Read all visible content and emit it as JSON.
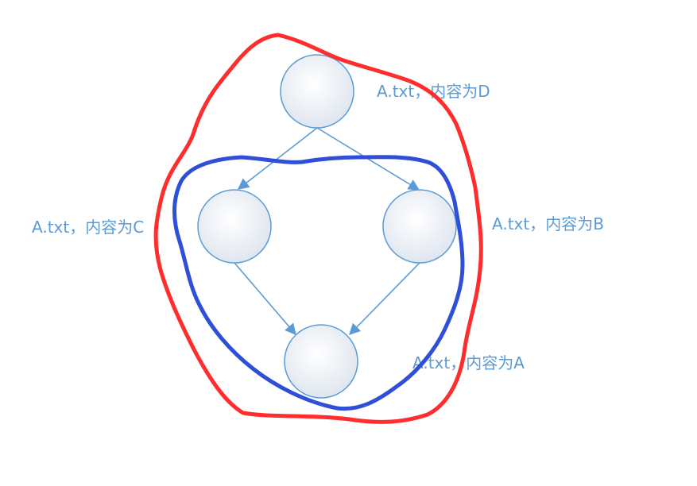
{
  "diagram": {
    "nodes": [
      {
        "id": "d",
        "label": "A.txt，内容为D"
      },
      {
        "id": "c",
        "label": "A.txt，内容为C"
      },
      {
        "id": "b",
        "label": "A.txt，内容为B"
      },
      {
        "id": "a",
        "label": "A.txt，内容为A"
      }
    ],
    "edges": [
      {
        "from": "d",
        "to": "c"
      },
      {
        "from": "d",
        "to": "b"
      },
      {
        "from": "c",
        "to": "a"
      },
      {
        "from": "b",
        "to": "a"
      }
    ],
    "colors": {
      "node_stroke": "#5b9bd5",
      "node_fill_center": "#ffffff",
      "node_fill_edge": "#dde4ee",
      "edge": "#5b9bd5",
      "label": "#5b9bd5",
      "outer_outline": "#ff2d2d",
      "inner_outline": "#2f4fd8"
    }
  }
}
